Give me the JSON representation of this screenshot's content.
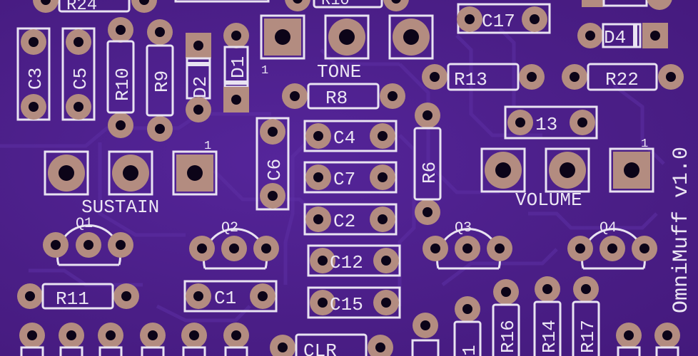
{
  "board": {
    "title": "OmniMuff v1.0"
  },
  "components": {
    "R24": "R24",
    "R10_top": "R10",
    "C17": "C17",
    "D4": "D4",
    "C3": "C3",
    "C5": "C5",
    "R10": "R10",
    "R9": "R9",
    "D2": "D2",
    "D1": "D1",
    "pin1_tone": "1",
    "TONE": "TONE",
    "R8": "R8",
    "R13": "R13",
    "R22": "R22",
    "J13": "13",
    "C6": "C6",
    "C4": "C4",
    "C7": "C7",
    "C2": "C2",
    "C12": "C12",
    "C15": "C15",
    "R6": "R6",
    "pin1_sustain": "1",
    "pin1_volume": "1",
    "SUSTAIN": "SUSTAIN",
    "VOLUME": "VOLUME",
    "Q1": "Q1",
    "Q2": "Q2",
    "Q3": "Q3",
    "Q4": "Q4",
    "R11": "R11",
    "C1": "C1",
    "CLR": "CLR",
    "R16": "R16",
    "R14": "R14",
    "R17": "R17",
    "R1_partial": "1"
  },
  "colors": {
    "board": "#4b1f86",
    "silkscreen": "#e9e3f2",
    "pad": "#b38c80",
    "hole": "#0c0418"
  }
}
